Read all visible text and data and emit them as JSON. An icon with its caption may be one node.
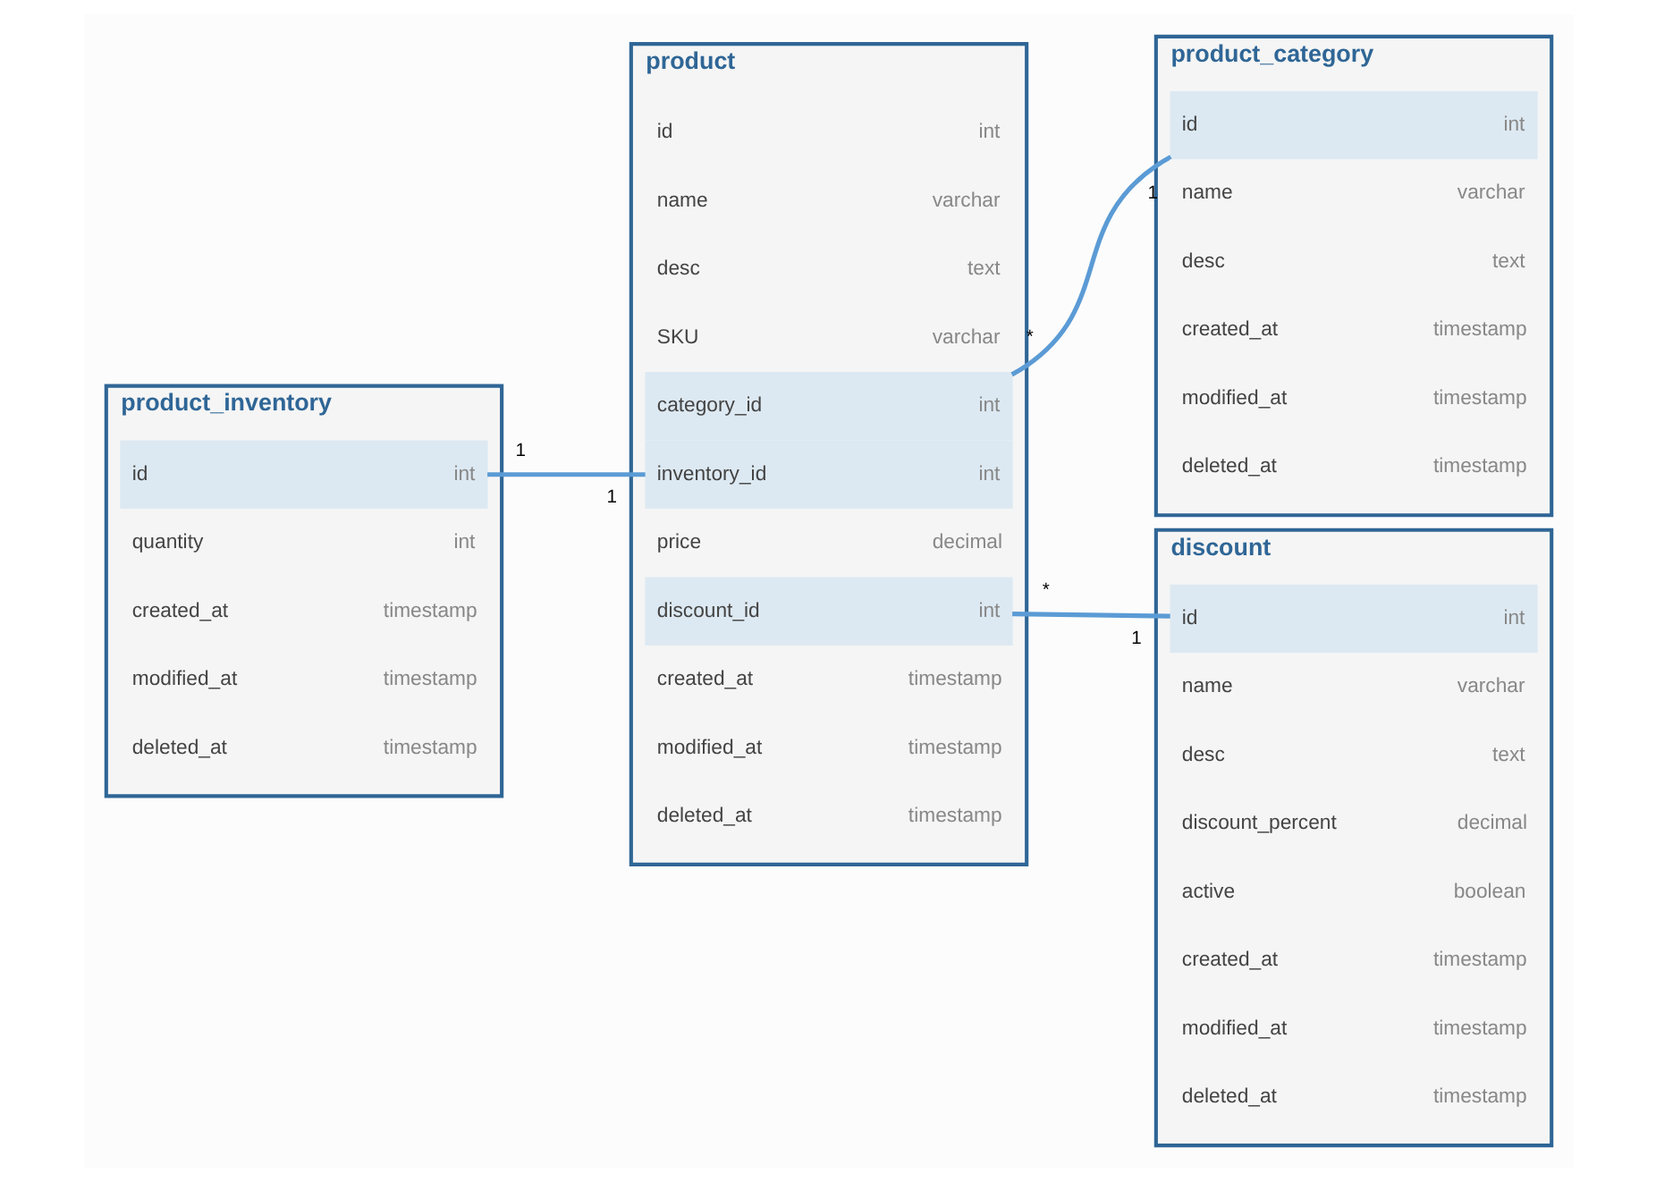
{
  "diagram": {
    "nodes": [
      {
        "text": [
          "product_inventory"
        ]
      },
      {
        "text": [
          "id",
          "int"
        ],
        "in": 0
      },
      {
        "text": [
          "quantity",
          "int"
        ],
        "in": 0
      },
      {
        "text": [
          "created_at",
          "timestamp"
        ],
        "in": 0
      },
      {
        "text": [
          "modified_at",
          "timestamp"
        ],
        "in": 0
      },
      {
        "text": [
          "deleted_at",
          "timestamp"
        ],
        "in": 0
      },
      {
        "text": [
          "product"
        ]
      },
      {
        "text": [
          "id",
          "int"
        ],
        "in": 6
      },
      {
        "text": [
          "name",
          "varchar"
        ],
        "in": 6
      },
      {
        "text": [
          "desc",
          "text"
        ],
        "in": 6
      },
      {
        "text": [
          "SKU",
          "varchar"
        ],
        "in": 6
      },
      {
        "text": [
          "category_id",
          "int"
        ],
        "in": 6
      },
      {
        "text": [
          "inventory_id",
          "int"
        ],
        "in": 6
      },
      {
        "text": [
          "price",
          "decimal"
        ],
        "in": 6
      },
      {
        "text": [
          "discount_id",
          "int"
        ],
        "in": 6
      },
      {
        "text": [
          "created_at",
          "timestamp"
        ],
        "in": 6
      },
      {
        "text": [
          "modified_at",
          "timestamp"
        ],
        "in": 6
      },
      {
        "text": [
          "deleted_at",
          "timestamp"
        ],
        "in": 6
      },
      {
        "text": [
          "product_category"
        ]
      },
      {
        "text": [
          "id",
          "int"
        ],
        "in": 18
      },
      {
        "text": [
          "name",
          "varchar"
        ],
        "in": 18
      },
      {
        "text": [
          "desc",
          "text"
        ],
        "in": 18
      },
      {
        "text": [
          "created_at",
          "timestamp"
        ],
        "in": 18
      },
      {
        "text": [
          "modified_at",
          "timestamp"
        ],
        "in": 18
      },
      {
        "text": [
          "deleted_at",
          "timestamp"
        ],
        "in": 18
      },
      {
        "text": [
          "discount"
        ]
      },
      {
        "text": [
          "id",
          "int"
        ],
        "in": 25
      },
      {
        "text": [
          "name",
          "varchar"
        ],
        "in": 25
      },
      {
        "text": [
          "desc",
          "text"
        ],
        "in": 25
      },
      {
        "text": [
          "discount_percent",
          "decimal"
        ],
        "in": 25
      },
      {
        "text": [
          "active",
          "boolean"
        ],
        "in": 25
      },
      {
        "text": [
          "created_at",
          "timestamp"
        ],
        "in": 25
      },
      {
        "text": [
          "modified_at",
          "timestamp"
        ],
        "in": 25
      },
      {
        "text": [
          "deleted_at",
          "timestamp"
        ],
        "in": 25
      }
    ],
    "edges": [
      {
        "from": 1,
        "to": 12,
        "arrow": "none"
      },
      {
        "from": 11,
        "to": 19,
        "arrow": "none"
      },
      {
        "from": 14,
        "to": 26,
        "arrow": "none"
      }
    ],
    "labels": [
      "1",
      "1",
      "*",
      "1",
      "*",
      "1"
    ]
  }
}
